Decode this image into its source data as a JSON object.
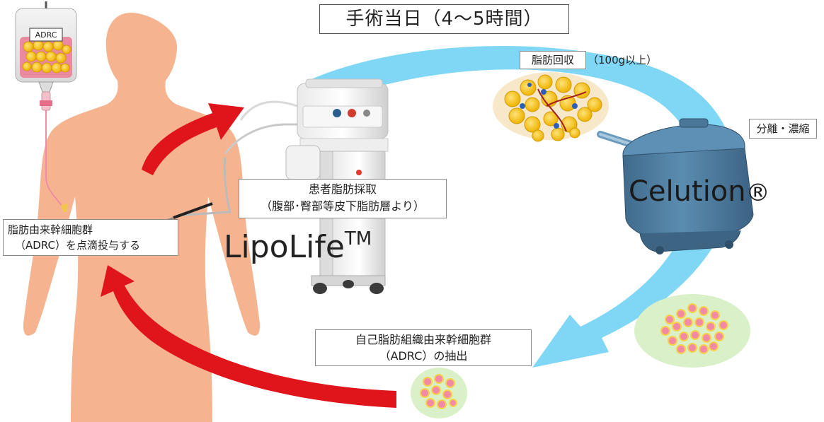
{
  "title": "手術当日（4～5時間）",
  "bag_label": "ADRC",
  "administer_label": [
    "脂肪由来幹細胞群",
    "（ADRC）を点滴投与する"
  ],
  "harvest_label": [
    "患者脂肪採取",
    "（腹部･臀部等皮下脂肪層より）"
  ],
  "device_name": "LipoLife",
  "device_mark": "TM",
  "recovery_label": "脂肪回収",
  "recovery_amount": "（100g以上）",
  "separation_label": "分離・濃縮",
  "celution_name": "Celution",
  "celution_mark": "®",
  "extraction_label": [
    "自己脂肪組織由来幹細胞群",
    "（ADRC）の抽出"
  ],
  "colors": {
    "skin": "#f5b48f",
    "red_arrow": "#e0141b",
    "blue_arrow": "#7fd6f5",
    "celution_body": "#4f7fa1",
    "fat_cell": "#f6c821",
    "adrc_cell": "#f28aa6",
    "green_bg": "#d9f0c8"
  }
}
